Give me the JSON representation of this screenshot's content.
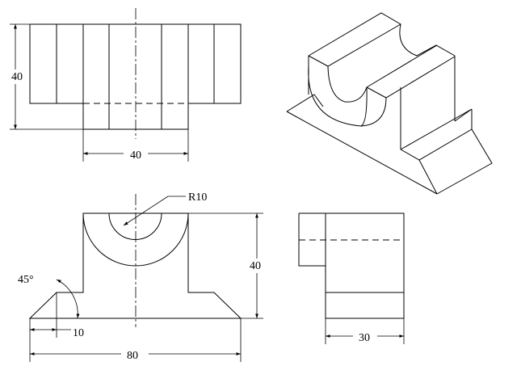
{
  "dimensions": {
    "top_view_height": "40",
    "top_view_width": "40",
    "radius": "R10",
    "angle": "45°",
    "front_height": "40",
    "base_offset": "10",
    "base_width": "80",
    "side_width": "30"
  }
}
